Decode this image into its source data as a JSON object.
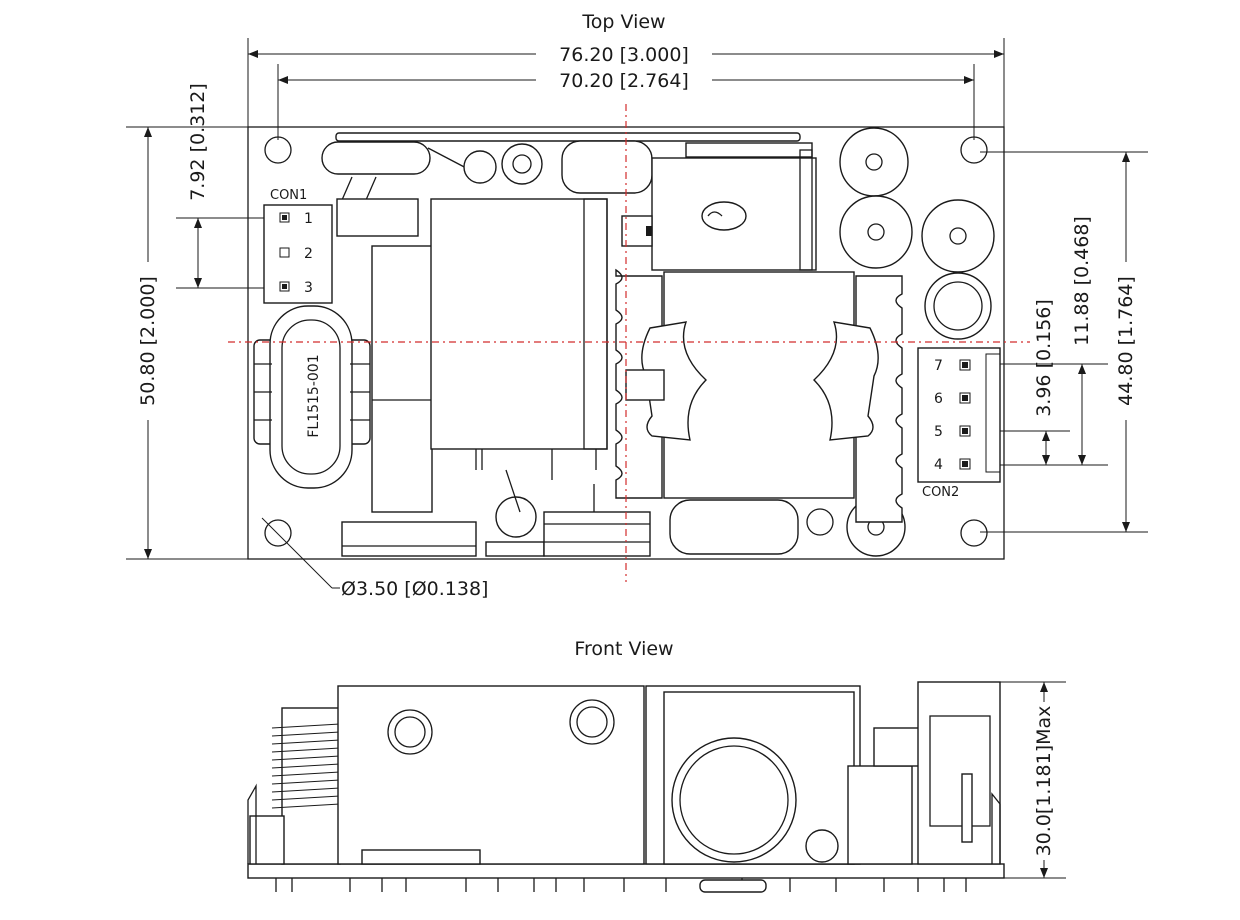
{
  "views": {
    "top_title": "Top View",
    "front_title": "Front View"
  },
  "dimensions": {
    "overall_width": "76.20 [3.000]",
    "hole_pitch_x": "70.20 [2.764]",
    "overall_height": "50.80 [2.000]",
    "con1_offset": "7.92 [0.312]",
    "hole_pitch_y": "44.80 [1.764]",
    "con2_outer": "11.88 [0.468]",
    "con2_inner": "3.96 [0.156]",
    "hole_diameter": "Ø3.50 [Ø0.138]",
    "max_height": "30.0[1.181]Max"
  },
  "connectors": {
    "con1": {
      "label": "CON1",
      "pins": [
        "1",
        "2",
        "3"
      ]
    },
    "con2": {
      "label": "CON2",
      "pins": [
        "7",
        "6",
        "5",
        "4"
      ]
    }
  },
  "component_marking": "FL1515-001",
  "colors": {
    "line": "#1a1a1a",
    "centerline": "#d22c2c",
    "background": "#ffffff"
  }
}
